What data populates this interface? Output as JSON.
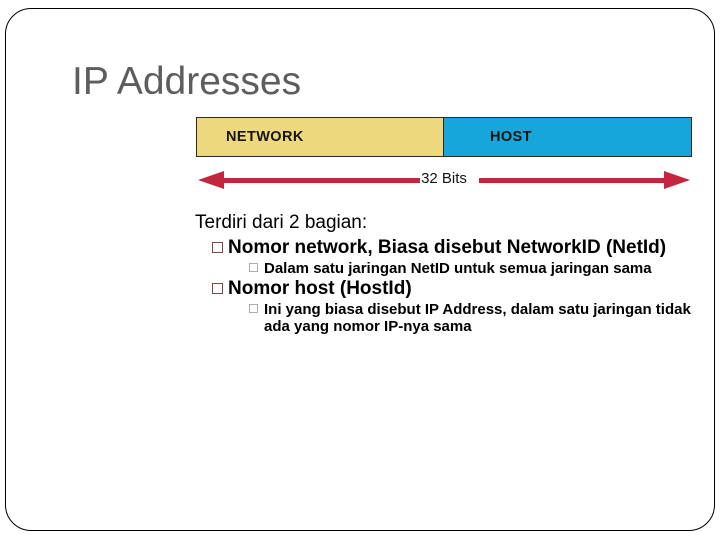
{
  "slide": {
    "title": "IP Addresses",
    "title_color": "#5d5d5d",
    "background_color": "#ffffff",
    "frame_color": "#000000"
  },
  "diagram": {
    "name": "ip-address-bit-layout",
    "segments": [
      {
        "label": "NETWORK",
        "color": "#edd87e"
      },
      {
        "label": "HOST",
        "color": "#17a6dc"
      }
    ],
    "width_label": "32 Bits",
    "arrow_color": "#c1273f",
    "border_color": "#2b2b24"
  },
  "body": {
    "intro": "Terdiri dari 2 bagian:",
    "items": [
      {
        "level": 1,
        "text": "Nomor network, Biasa disebut NetworkID (NetId)",
        "bullet_color": "#7a4a45"
      },
      {
        "level": 2,
        "text": "Dalam satu jaringan NetID untuk semua jaringan sama",
        "bullet_color": "#b3a9a6"
      },
      {
        "level": 1,
        "text": "Nomor host (HostId)",
        "bullet_color": "#7a4a45"
      },
      {
        "level": 2,
        "text": "Ini yang biasa disebut IP Address, dalam satu jaringan tidak ada yang nomor IP-nya sama",
        "bullet_color": "#b3a9a6"
      }
    ]
  }
}
